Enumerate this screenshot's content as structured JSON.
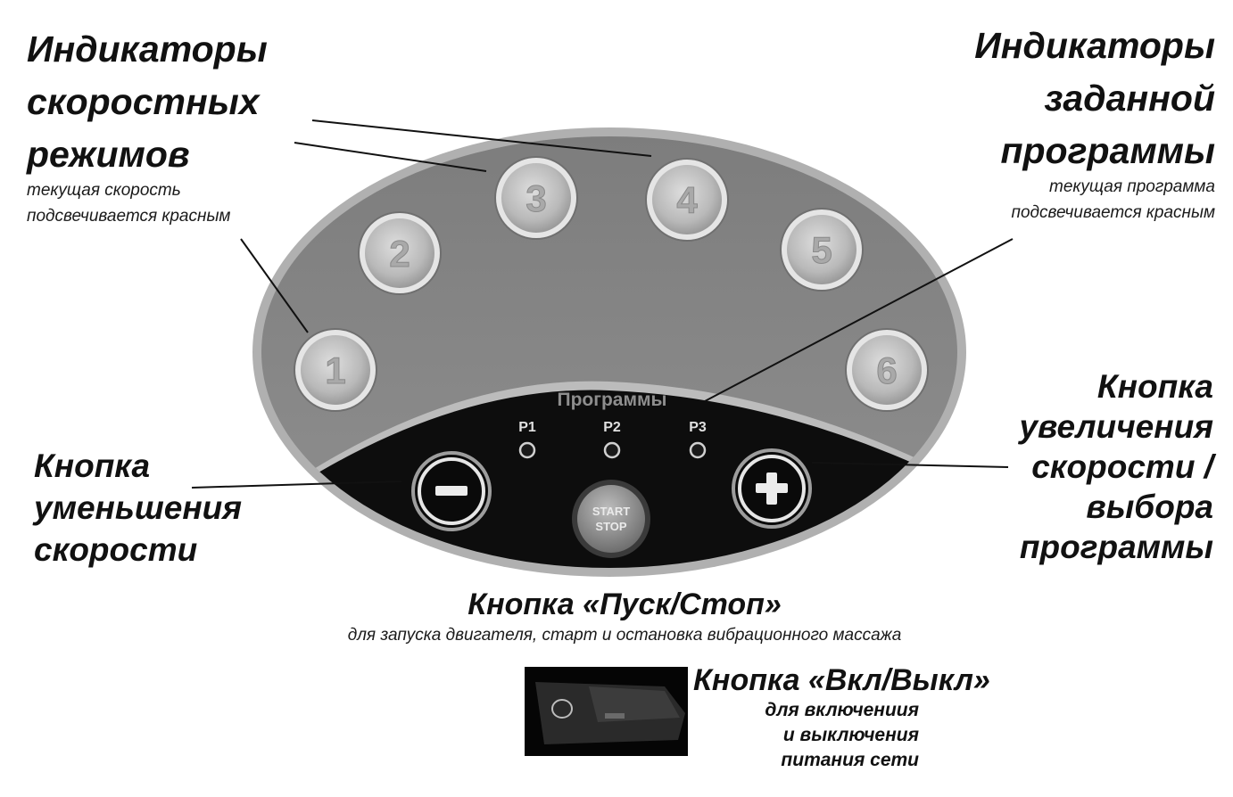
{
  "speed_indicators": {
    "title_lines": [
      "Индикаторы",
      "скоростных",
      "режимов"
    ],
    "subtitle_lines": [
      "текущая скорость",
      "подсвечивается красным"
    ]
  },
  "program_indicators": {
    "title_lines": [
      "Индикаторы",
      "заданной",
      "программы"
    ],
    "subtitle_lines": [
      "текущая программа",
      "подсвечивается красным"
    ]
  },
  "decrease_button": {
    "title_lines": [
      "Кнопка",
      "уменьшения",
      "скорости"
    ]
  },
  "increase_button": {
    "title_lines": [
      "Кнопка",
      "увеличения",
      "скорости /",
      "выбора",
      "программы"
    ]
  },
  "start_stop_button": {
    "title": "Кнопка «Пуск/Стоп»",
    "subtitle": "для запуска двигателя, старт и остановка вибрационного массажа"
  },
  "power_button": {
    "title": "Кнопка «Вкл/Выкл»",
    "subtitle_lines": [
      "для включениия",
      "и выключения",
      "питания сети"
    ]
  },
  "panel": {
    "speed_buttons": [
      "1",
      "2",
      "3",
      "4",
      "5",
      "6"
    ],
    "programs_label": "Программы",
    "program_leds": [
      "P1",
      "P2",
      "P3"
    ],
    "start_label": "START",
    "stop_label": "STOP",
    "minus_symbol": "−",
    "plus_symbol": "+"
  },
  "colors": {
    "panel_grey": "#8c8c8c",
    "panel_rim": "#b5b5b5",
    "panel_dark": "#0d0d0d",
    "button_face": "#c9c9c9"
  }
}
